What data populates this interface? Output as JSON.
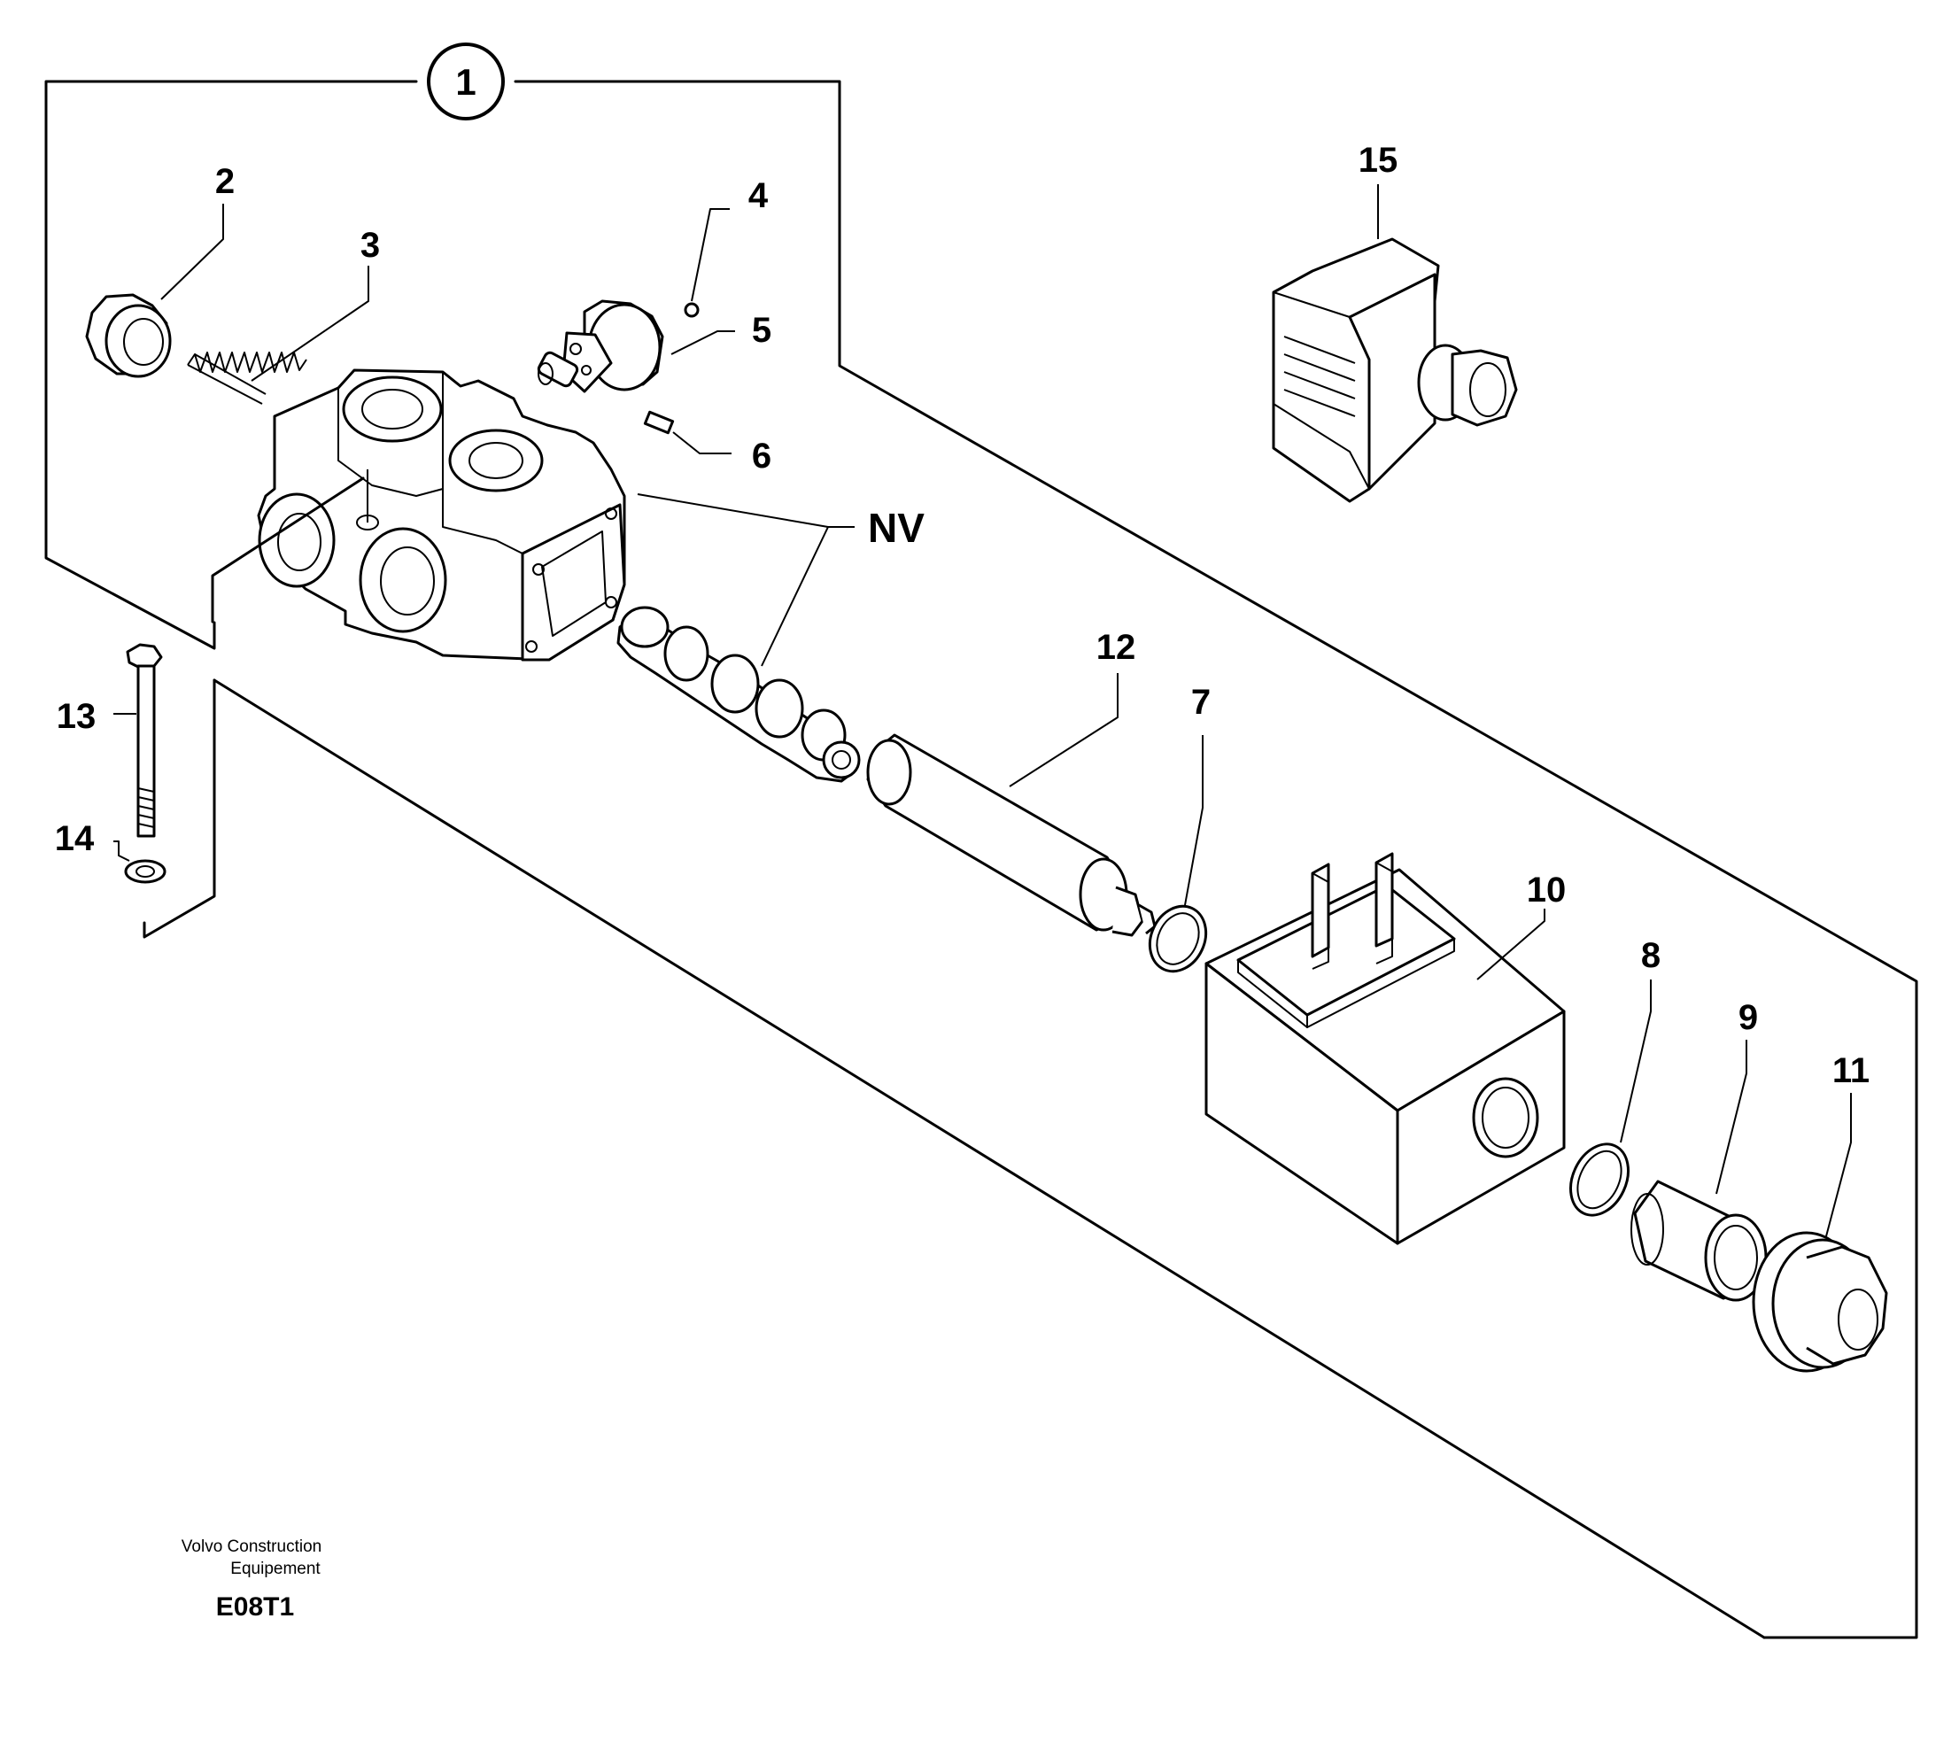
{
  "diagram": {
    "labels": {
      "l1": "1",
      "l2": "2",
      "l3": "3",
      "l4": "4",
      "l5": "5",
      "l6": "6",
      "l7": "7",
      "l8": "8",
      "l9": "9",
      "l10": "10",
      "l11": "11",
      "l12": "12",
      "l13": "13",
      "l14": "14",
      "l15": "15",
      "nv": "NV"
    },
    "footer": {
      "company_line1": "Volvo Construction",
      "company_line2": "Equipement",
      "code": "E08T1"
    }
  }
}
